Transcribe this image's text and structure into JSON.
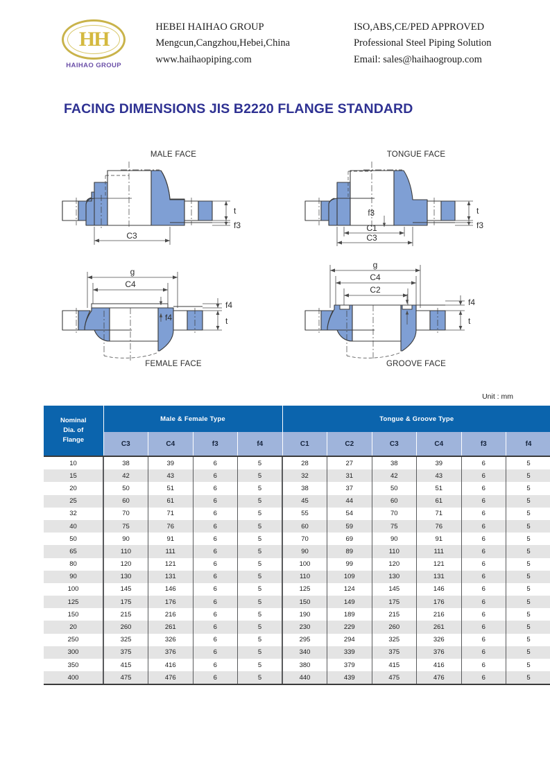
{
  "header": {
    "logo": {
      "monogram": "HH",
      "name": "HAIHAO GROUP",
      "oval_color": "#c9b34a",
      "monogram_color": "#d4b93f",
      "name_color": "#6b4fa8"
    },
    "left_lines": [
      "HEBEI HAIHAO GROUP",
      "Mengcun,Cangzhou,Hebei,China",
      "www.haihaopiping.com"
    ],
    "right_lines": [
      "ISO,ABS,CE/PED APPROVED",
      "Professional Steel Piping Solution",
      "Email: sales@haihaogroup.com"
    ]
  },
  "title": "FACING DIMENSIONS  JIS B2220 FLANGE STANDARD",
  "title_color": "#2e3192",
  "diagrams": [
    {
      "id": "male-face",
      "caption": "MALE FACE",
      "caption_position": "top",
      "dimension_labels": [
        "C3",
        "t",
        "f3"
      ]
    },
    {
      "id": "tongue-face",
      "caption": "TONGUE FACE",
      "caption_position": "top",
      "dimension_labels": [
        "C1",
        "C3",
        "f3",
        "t",
        "f3"
      ]
    },
    {
      "id": "female-face",
      "caption": "FEMALE FACE",
      "caption_position": "bottom",
      "dimension_labels": [
        "g",
        "C4",
        "f4",
        "f4",
        "t"
      ]
    },
    {
      "id": "groove-face",
      "caption": "GROOVE FACE",
      "caption_position": "bottom",
      "dimension_labels": [
        "g",
        "C4",
        "C2",
        "f4",
        "t"
      ]
    }
  ],
  "diagram_colors": {
    "flange_fill": "#7f9fd4",
    "outline": "#3a3a3a",
    "dimension_line": "#4a4a4a"
  },
  "table": {
    "unit_label": "Unit : mm",
    "nominal_header": "Nominal\nDia. of\nFlange",
    "nominal_header_lines": [
      "Nominal",
      "Dia. of",
      "Flange"
    ],
    "group_headers": [
      {
        "label": "Male &  Female Type",
        "span": 4
      },
      {
        "label": "Tongue & Groove Type",
        "span": 6
      }
    ],
    "sub_headers": [
      "C3",
      "C4",
      "f3",
      "f4",
      "C1",
      "C2",
      "C3",
      "C4",
      "f3",
      "f4"
    ],
    "header_dark_color": "#0b64ad",
    "header_light_color": "#9fb4db",
    "rows": [
      [
        "10",
        "38",
        "39",
        "6",
        "5",
        "28",
        "27",
        "38",
        "39",
        "6",
        "5"
      ],
      [
        "15",
        "42",
        "43",
        "6",
        "5",
        "32",
        "31",
        "42",
        "43",
        "6",
        "5"
      ],
      [
        "20",
        "50",
        "51",
        "6",
        "5",
        "38",
        "37",
        "50",
        "51",
        "6",
        "5"
      ],
      [
        "25",
        "60",
        "61",
        "6",
        "5",
        "45",
        "44",
        "60",
        "61",
        "6",
        "5"
      ],
      [
        "32",
        "70",
        "71",
        "6",
        "5",
        "55",
        "54",
        "70",
        "71",
        "6",
        "5"
      ],
      [
        "40",
        "75",
        "76",
        "6",
        "5",
        "60",
        "59",
        "75",
        "76",
        "6",
        "5"
      ],
      [
        "50",
        "90",
        "91",
        "6",
        "5",
        "70",
        "69",
        "90",
        "91",
        "6",
        "5"
      ],
      [
        "65",
        "110",
        "111",
        "6",
        "5",
        "90",
        "89",
        "110",
        "111",
        "6",
        "5"
      ],
      [
        "80",
        "120",
        "121",
        "6",
        "5",
        "100",
        "99",
        "120",
        "121",
        "6",
        "5"
      ],
      [
        "90",
        "130",
        "131",
        "6",
        "5",
        "110",
        "109",
        "130",
        "131",
        "6",
        "5"
      ],
      [
        "100",
        "145",
        "146",
        "6",
        "5",
        "125",
        "124",
        "145",
        "146",
        "6",
        "5"
      ],
      [
        "125",
        "175",
        "176",
        "6",
        "5",
        "150",
        "149",
        "175",
        "176",
        "6",
        "5"
      ],
      [
        "150",
        "215",
        "216",
        "6",
        "5",
        "190",
        "189",
        "215",
        "216",
        "6",
        "5"
      ],
      [
        "20",
        "260",
        "261",
        "6",
        "5",
        "230",
        "229",
        "260",
        "261",
        "6",
        "5"
      ],
      [
        "250",
        "325",
        "326",
        "6",
        "5",
        "295",
        "294",
        "325",
        "326",
        "6",
        "5"
      ],
      [
        "300",
        "375",
        "376",
        "6",
        "5",
        "340",
        "339",
        "375",
        "376",
        "6",
        "5"
      ],
      [
        "350",
        "415",
        "416",
        "6",
        "5",
        "380",
        "379",
        "415",
        "416",
        "6",
        "5"
      ],
      [
        "400",
        "475",
        "476",
        "6",
        "5",
        "440",
        "439",
        "475",
        "476",
        "6",
        "5"
      ]
    ]
  }
}
